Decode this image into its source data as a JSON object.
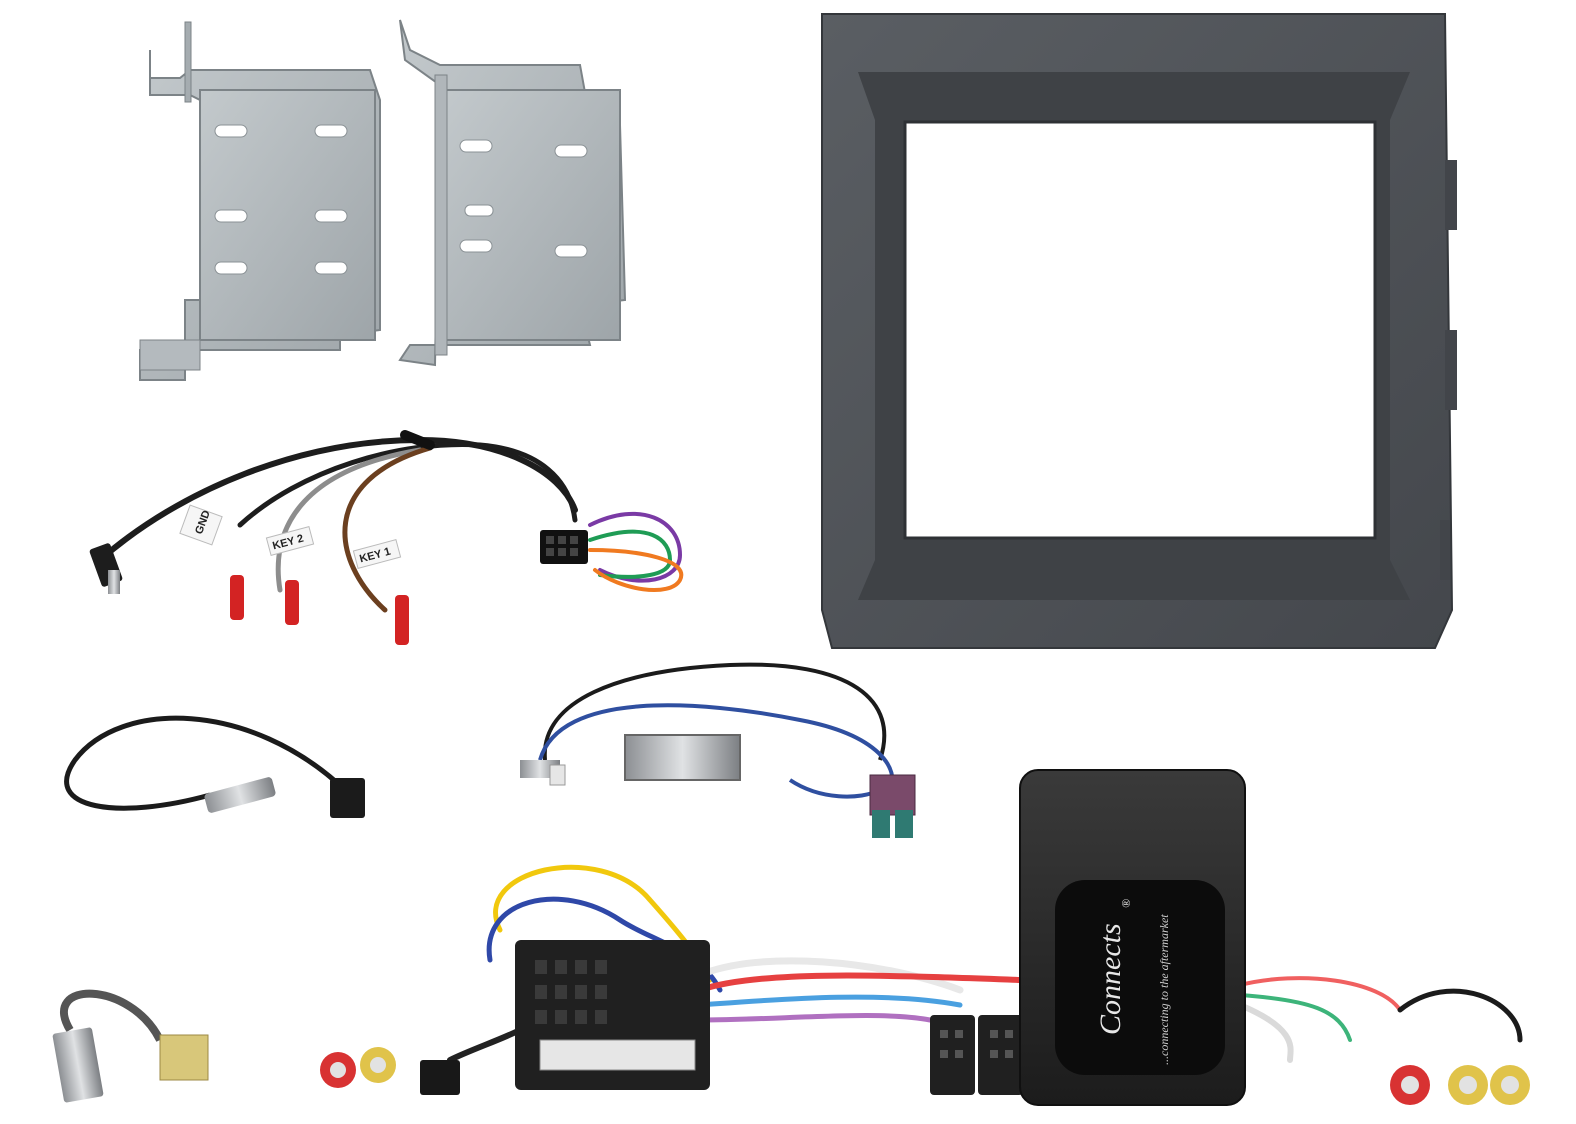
{
  "harness_labels": {
    "gnd": "GND",
    "key2": "KEY 2",
    "key1": "KEY 1"
  },
  "interface_box": {
    "brand": "Connects",
    "registered": "®",
    "tagline": "...connecting to the aftermarket"
  },
  "colors": {
    "fascia": "#4b4e53",
    "bracket": "#a9b0b4",
    "interface": "#2a2a2a",
    "fakra_violet": "#7a4a6a",
    "fakra_green": "#2f7a72",
    "fakra_beige": "#d8c77a"
  }
}
